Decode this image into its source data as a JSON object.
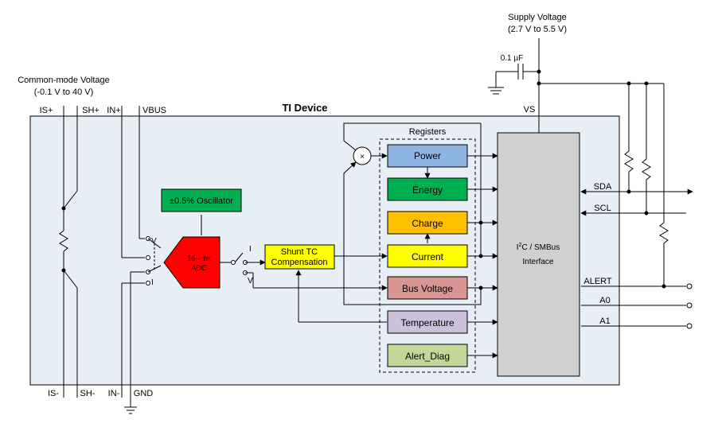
{
  "supply": {
    "title": "Supply Voltage",
    "range": "(2.7 V to 5.5 V)",
    "capacitor": "0.1 µF",
    "vs": "VS"
  },
  "common_mode": {
    "title": "Common-mode Voltage",
    "range": "(-0.1 V to 40 V)"
  },
  "device_title": "TI Device",
  "pins_top": {
    "is_plus": "IS+",
    "sh_plus": "SH+",
    "in_plus": "IN+",
    "vbus": "VBUS"
  },
  "pins_bottom": {
    "is_minus": "IS-",
    "sh_minus": "SH-",
    "in_minus": "IN-",
    "gnd": "GND"
  },
  "oscillator": "±0.5% Oscillator",
  "adc": {
    "line1": "16 – bit",
    "line2": "ADC"
  },
  "mux": {
    "v": "V",
    "i": "I"
  },
  "out_switch": {
    "i": "I",
    "v": "V"
  },
  "shunt_tc": {
    "line1": "Shunt TC",
    "line2": "Compensation"
  },
  "multiplier": "×",
  "registers": {
    "title": "Registers",
    "power": "Power",
    "energy": "Energy",
    "charge": "Charge",
    "current": "Current",
    "bus_voltage": "Bus Voltage",
    "temperature": "Temperature",
    "alert_diag": "Alert_Diag"
  },
  "interface": {
    "prefix": "I",
    "superscript": "2",
    "suffix": "C / SMBus",
    "line2": "Interface"
  },
  "signals": {
    "sda": "SDA",
    "scl": "SCL",
    "alert": "ALERT",
    "a0": "A0",
    "a1": "A1"
  },
  "colors": {
    "device_bg": "#e8eef6",
    "power": "#8eb4e3",
    "energy": "#00b050",
    "charge": "#ffc000",
    "current": "#ffff00",
    "bus_voltage": "#d99594",
    "temperature": "#ccc0da",
    "alert_diag": "#c4d79b",
    "oscillator": "#00b050",
    "adc": "#ff0000",
    "shunt_tc": "#ffff00",
    "interface": "#d0d0d0"
  }
}
